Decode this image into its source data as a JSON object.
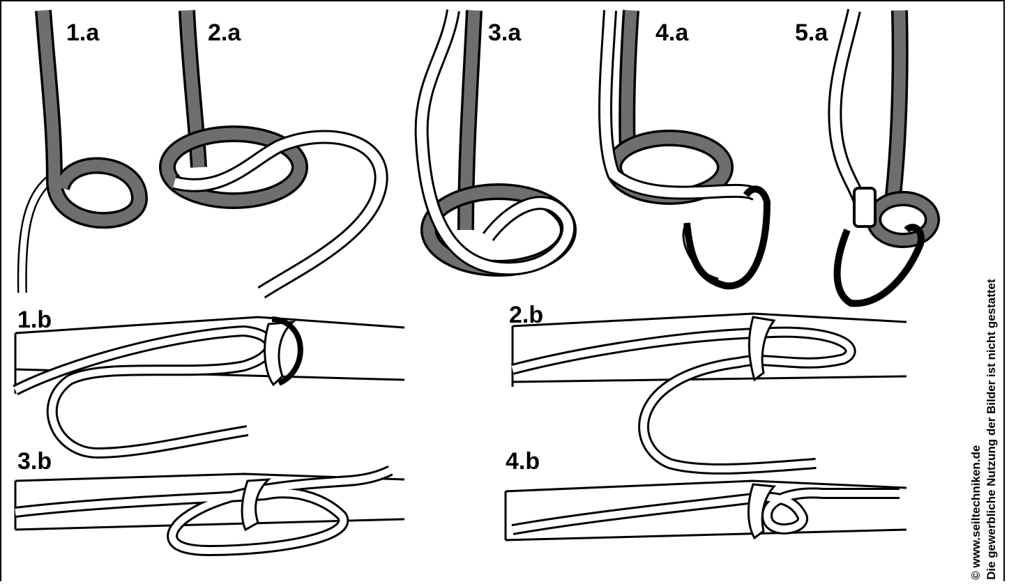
{
  "labels": {
    "s1a": "1.a",
    "s2a": "2.a",
    "s3a": "3.a",
    "s4a": "4.a",
    "s5a": "5.a",
    "s1b": "1.b",
    "s2b": "2.b",
    "s3b": "3.b",
    "s4b": "4.b"
  },
  "credit": {
    "line1": "© www.seiltechniken.de",
    "line2": "Die gewerbliche Nutzung der Bilder ist nicht gestattet"
  },
  "colors": {
    "rope_dark": "#6e6e6e",
    "rope_light": "#ffffff",
    "outline": "#000000"
  }
}
